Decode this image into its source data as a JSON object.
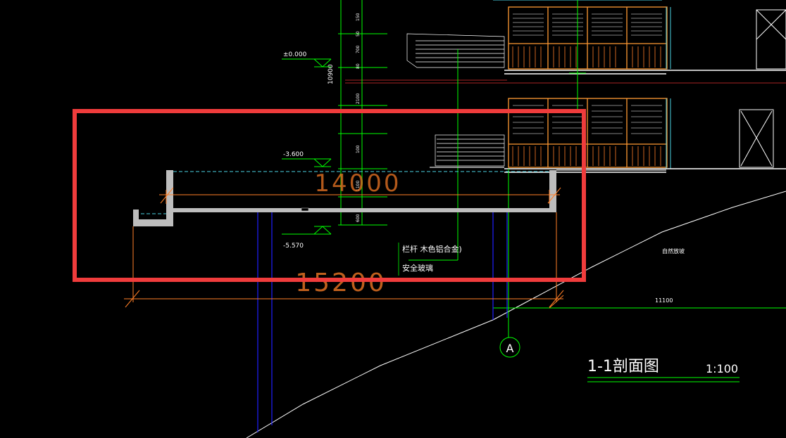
{
  "drawing": {
    "title": "1-1剖面图",
    "scale": "1:100",
    "axis_label": "A"
  },
  "elevations": {
    "zero": "±0.000",
    "minus_3600": "-3.600",
    "minus_5570": "-5.570"
  },
  "dimensions": {
    "pool_inner": "14000",
    "pool_outer": "15200",
    "right_run": "11100",
    "vertical_total": "10900"
  },
  "vertical_dims": [
    "150",
    "50",
    "700",
    "80",
    "2100",
    "100",
    "1100",
    "600"
  ],
  "notes": {
    "railing": "栏杆 木色铝合金)",
    "glass": "安全玻璃",
    "slope": "自然放坡"
  },
  "colors": {
    "background": "#000000",
    "red_highlight": "#f03c3c",
    "orange": "#ff7f27",
    "green": "#00ff00",
    "cyan": "#4ad0e0",
    "blue": "#2020ff",
    "white": "#ffffff",
    "gray": "#bdbdbd"
  }
}
